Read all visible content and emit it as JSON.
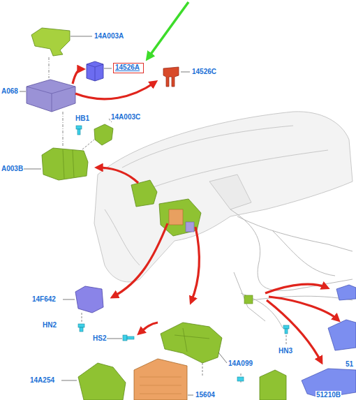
{
  "diagram": {
    "nodes": [
      {
        "text": [
          "14526A"
        ]
      }
    ],
    "labels": [
      "14A003A",
      "14526C",
      "A068",
      "HB1",
      "14A003C",
      "A003B",
      "14F642",
      "HN2",
      "HS2",
      "14A099",
      "14A254",
      "15604",
      "HN3",
      "51",
      "51210B"
    ]
  }
}
